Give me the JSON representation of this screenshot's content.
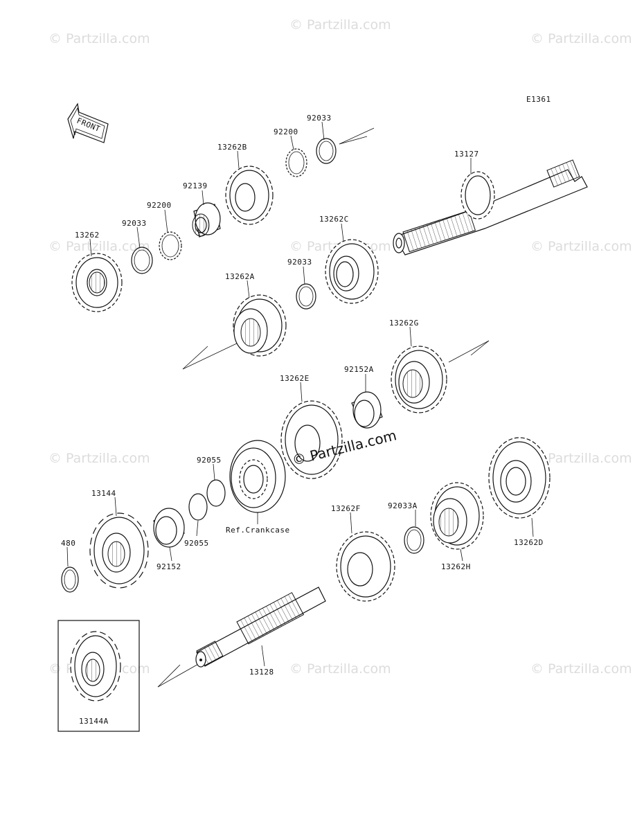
{
  "diagram_code": "E1361",
  "front_label": "FRONT",
  "watermark": "© Partzilla.com",
  "reference_note": "Ref.Crankcase",
  "parts": [
    {
      "id": "13262"
    },
    {
      "id": "92033"
    },
    {
      "id": "92200"
    },
    {
      "id": "92139"
    },
    {
      "id": "13262B"
    },
    {
      "id": "92200"
    },
    {
      "id": "92033"
    },
    {
      "id": "13127"
    },
    {
      "id": "13262C"
    },
    {
      "id": "92033"
    },
    {
      "id": "13262A"
    },
    {
      "id": "13262G"
    },
    {
      "id": "92152A"
    },
    {
      "id": "13262E"
    },
    {
      "id": "92055"
    },
    {
      "id": "92055"
    },
    {
      "id": "13144"
    },
    {
      "id": "92152"
    },
    {
      "id": "480"
    },
    {
      "id": "13262F"
    },
    {
      "id": "92033A"
    },
    {
      "id": "13262H"
    },
    {
      "id": "13262D"
    },
    {
      "id": "13128"
    },
    {
      "id": "13144A"
    }
  ]
}
